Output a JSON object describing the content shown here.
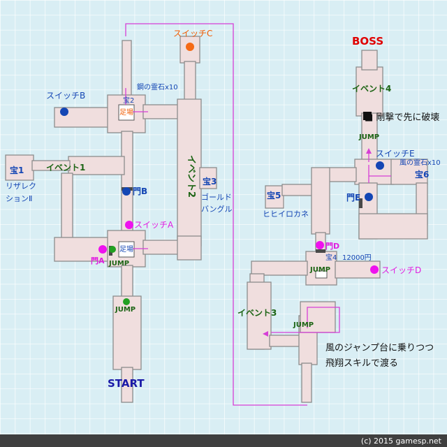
{
  "colors": {
    "grid_bg": "#d9eef4",
    "grid_line": "#ffffff",
    "floor": "#f0dede",
    "wall": "#8c8c8c",
    "path": "#d63fd6",
    "label_blue": "#1446b4",
    "label_green": "#1c6414",
    "label_red": "#e00000",
    "label_orange": "#f05a00",
    "label_magenta": "#e01ee0",
    "label_black": "#111111",
    "marker_blue": "#1446b4",
    "marker_orange": "#f56a16",
    "marker_magenta": "#ee12ee",
    "marker_green": "#22a022"
  },
  "labels": {
    "switch_c": "スイッチC",
    "boss": "BOSS",
    "switch_b": "スイッチB",
    "steel_spirit": "鋼の霊石x10",
    "chest2": "宝2",
    "foothold_top": "足場",
    "event4": "イベント4",
    "power_note": "■ 剛撃で先に破壊",
    "jump_right_top": "JUMP",
    "switch_e": "スイッチE",
    "wind_spirit": "風の霊石x10",
    "chest1": "宝1",
    "resurrection_1": "リザレク",
    "resurrection_2": "ションⅡ",
    "event1": "イベント1",
    "event2": "イベント2",
    "chest3": "宝3",
    "gold_bangle_1": "ゴールド",
    "gold_bangle_2": "バングル",
    "chest6": "宝6",
    "gate_b": "門B",
    "chest5": "宝5",
    "hihiirokane": "ヒヒイロカネ",
    "gate_e": "門E",
    "switch_a": "スイッチA",
    "gate_a": "門A",
    "foothold_mid": "足場",
    "jump_left_mid": "JUMP",
    "gate_d": "門D",
    "chest4": "宝4",
    "chest4_item": "12000円",
    "jump_right_mid": "JUMP",
    "switch_d": "スイッチD",
    "jump_left_low": "JUMP",
    "event3": "イベント3",
    "jump_right_low": "JUMP",
    "wind_note_1": "風のジャンプ台に乗りつつ",
    "wind_note_2": "飛翔スキルで渡る",
    "start": "START"
  },
  "markers": [
    {
      "name": "switch-c-marker",
      "color": "orange"
    },
    {
      "name": "switch-b-marker",
      "color": "blue"
    },
    {
      "name": "gate-b-marker",
      "color": "blue"
    },
    {
      "name": "switch-a-marker",
      "color": "magenta"
    },
    {
      "name": "gate-a-marker",
      "color": "magenta"
    },
    {
      "name": "jump-a-marker",
      "color": "green"
    },
    {
      "name": "jump-start-marker",
      "color": "green"
    },
    {
      "name": "switch-e-marker",
      "color": "blue"
    },
    {
      "name": "gate-e-marker",
      "color": "blue"
    },
    {
      "name": "gate-d-marker",
      "color": "magenta"
    },
    {
      "name": "switch-d-marker",
      "color": "magenta"
    },
    {
      "name": "breakable-block",
      "color": "black"
    }
  ],
  "footer": {
    "copyright": "(c) 2015 gamesp.net"
  }
}
